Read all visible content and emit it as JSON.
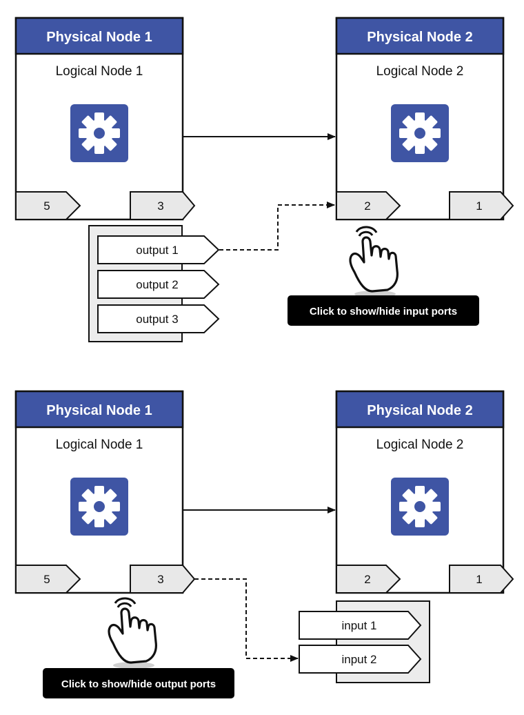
{
  "colors": {
    "header": "#3f55a4",
    "icon_bg": "#3f55a4",
    "port_fill": "#e8e8e8",
    "panel_fill": "#ececec",
    "tooltip_bg": "#000000",
    "stroke": "#111111"
  },
  "icons": {
    "node_icon": "gear-icon",
    "pointer": "hand-pointer-icon"
  },
  "top": {
    "node1": {
      "physical": "Physical Node 1",
      "logical": "Logical Node 1",
      "port_left": "5",
      "port_right": "3"
    },
    "node2": {
      "physical": "Physical Node 2",
      "logical": "Logical Node 2",
      "port_left": "2",
      "port_right": "1"
    },
    "output_ports": [
      "output 1",
      "output 2",
      "output 3"
    ],
    "tooltip": "Click to show/hide input ports"
  },
  "bottom": {
    "node1": {
      "physical": "Physical Node 1",
      "logical": "Logical Node 1",
      "port_left": "5",
      "port_right": "3"
    },
    "node2": {
      "physical": "Physical Node 2",
      "logical": "Logical Node 2",
      "port_left": "2",
      "port_right": "1"
    },
    "input_ports": [
      "input 1",
      "input 2"
    ],
    "tooltip": "Click to show/hide output ports"
  }
}
